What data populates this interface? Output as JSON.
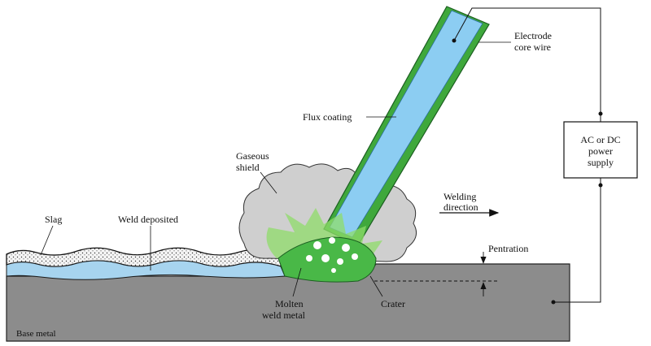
{
  "labels": {
    "electrode_line1": "Electrode",
    "electrode_line2": "core wire",
    "flux_coating": "Flux coating",
    "gaseous_line1": "Gaseous",
    "gaseous_line2": "shield",
    "slag": "Slag",
    "weld_deposited": "Weld deposited",
    "welding_dir_line1": "Welding",
    "welding_dir_line2": "direction",
    "power_line1": "AC or DC",
    "power_line2": "power",
    "power_line3": "supply",
    "pentration": "Pentration",
    "molten_line1": "Molten",
    "molten_line2": "weld metal",
    "crater": "Crater",
    "base_metal": "Base metal"
  },
  "colors": {
    "base_metal": "#8c8c8c",
    "weld_bead": "#a7d4ef",
    "electrode_core": "#8ccdf2",
    "flux_coating": "#3fa83c",
    "molten_pool": "#49b847",
    "gas_shield": "#cfcfcf",
    "slag": "#f4f4f4"
  }
}
